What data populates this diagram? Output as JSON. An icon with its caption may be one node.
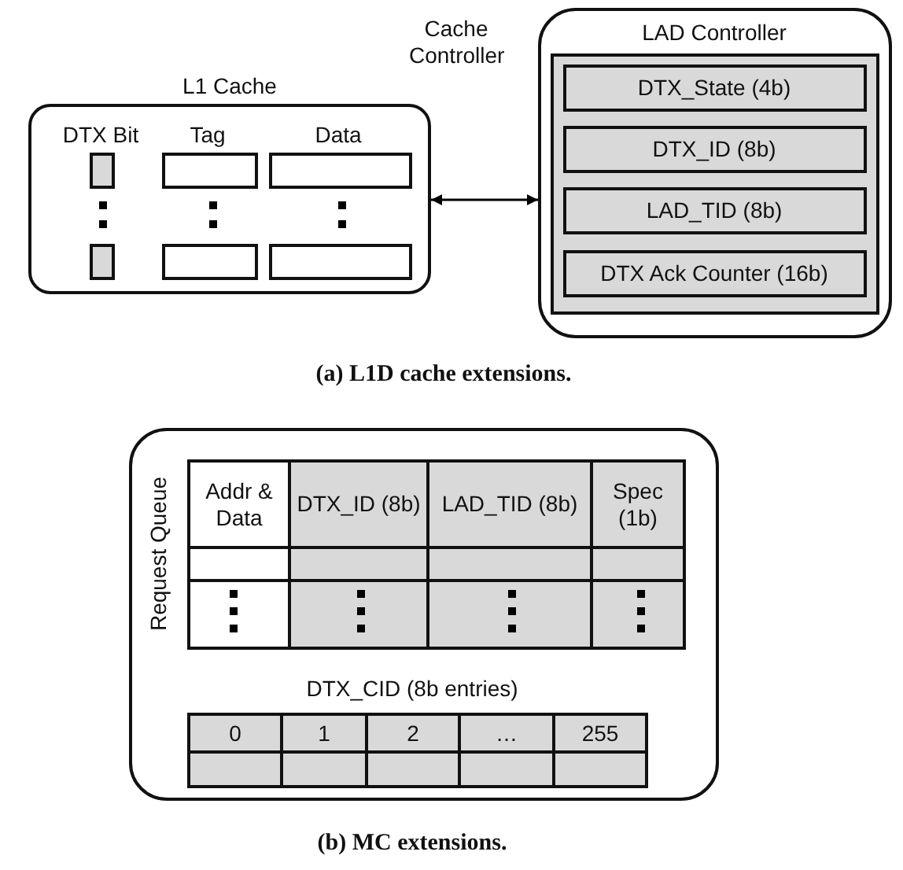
{
  "diagram": {
    "nodes": [
      {
        "text": [
          "L1 Cache",
          "DTX Bit",
          "Tag",
          "Data"
        ]
      },
      {
        "text": [
          "Cache Controller"
        ]
      },
      {
        "text": [
          "LAD Controller"
        ],
        "in": 1
      },
      {
        "text": [
          "DTX_State (4b)"
        ],
        "in": 2
      },
      {
        "text": [
          "DTX_ID (8b)"
        ],
        "in": 2
      },
      {
        "text": [
          "LAD_TID (8b)"
        ],
        "in": 2
      },
      {
        "text": [
          "DTX Ack Counter (16b)"
        ],
        "in": 2
      },
      {
        "text": [
          "Request Queue",
          "DTX_CID (8b entries)"
        ]
      }
    ],
    "edges": [
      {
        "from": 0,
        "to": 1,
        "arrow": "both"
      }
    ],
    "labels": [
      "(a) L1D cache extensions.",
      "Addr & Data",
      "DTX_ID (8b)",
      "LAD_TID (8b)",
      "Spec (1b)",
      "0",
      "1",
      "2",
      "…",
      "255",
      "(b) MC extensions."
    ]
  }
}
